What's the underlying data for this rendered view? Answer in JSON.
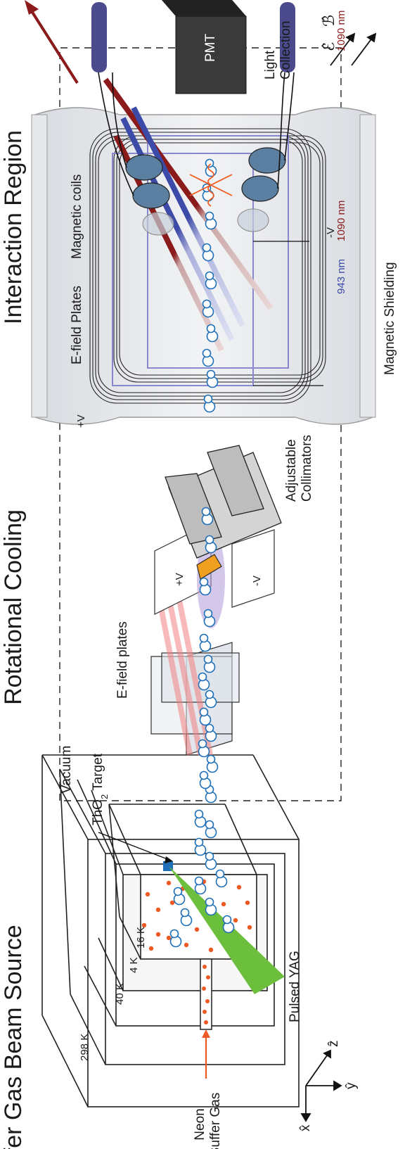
{
  "sections": {
    "source": "Buffer Gas Beam Source",
    "cooling": "Rotational Cooling",
    "interaction": "Interaction Region"
  },
  "labels": {
    "vacuum": "Vacuum",
    "neon_line1": "Neon",
    "neon_line2": "Buffer Gas",
    "target_prefix": "ThO",
    "target_sub": "2",
    "target_suffix": " Target",
    "pulsed_yag": "Pulsed YAG",
    "t298": "298 K",
    "t40": "40 K",
    "t4": "4 K",
    "t16": "16 K",
    "efield_plates_cooling": "E-field plates",
    "plus_v_cooling": "+V",
    "minus_v_cooling": "-V",
    "collimators_line1": "Adjustable",
    "collimators_line2": "Collimators",
    "efield_plates_main": "E-field Plates",
    "magnetic_coils": "Magnetic coils",
    "plus_v_main": "+V",
    "minus_v_main": "-V",
    "nm943": "943 nm",
    "nm1090_a": "1090 nm",
    "nm1090_b": "1090 nm",
    "magnetic_shielding": "Magnetic Shielding",
    "pmt": "PMT",
    "light_line1": "Light",
    "light_line2": "Collection",
    "axis_x": "x̂",
    "axis_y": "ŷ",
    "axis_z": "ẑ",
    "field_E": "ℰ̂",
    "field_B": "ℬ̂"
  },
  "colors": {
    "red_laser": "#8b1a1a",
    "blue_laser": "#3c4aa8",
    "orange": "#ee5a24",
    "molecule": "#1e6fb8",
    "green_yag": "#6cbf3c",
    "coil_purple": "#8888cc",
    "pmt_fiber": "#4a4a8c",
    "lens": "#5a7fa0"
  }
}
